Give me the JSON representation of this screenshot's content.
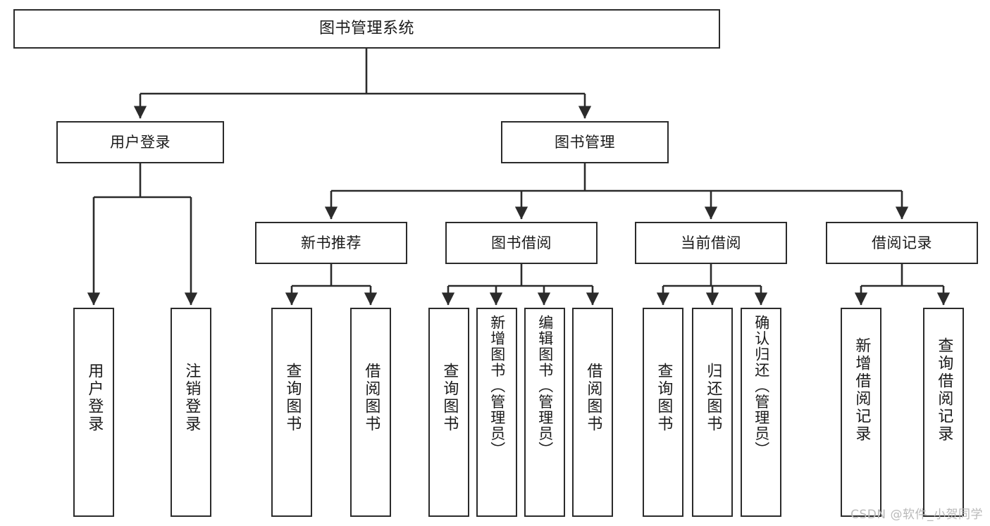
{
  "diagram": {
    "title": "图书管理系统",
    "type": "hierarchy-tree",
    "watermark": "CSDN @软件_小贺同学",
    "colors": {
      "stroke": "#2b2b2b",
      "fill": "#ffffff",
      "text": "#1a1a1a",
      "watermark": "#b9b9b9"
    },
    "nodes": {
      "root": {
        "label": "图书管理系统"
      },
      "level2": [
        {
          "id": "user-login",
          "label": "用户登录"
        },
        {
          "id": "book-manage",
          "label": "图书管理"
        }
      ],
      "level3": [
        {
          "id": "new-book-recommend",
          "label": "新书推荐"
        },
        {
          "id": "book-borrow",
          "label": "图书借阅"
        },
        {
          "id": "current-borrow",
          "label": "当前借阅"
        },
        {
          "id": "borrow-record",
          "label": "借阅记录"
        }
      ],
      "leaves": {
        "user-login": [
          {
            "id": "leaf-user-login",
            "label": "用户登录"
          },
          {
            "id": "leaf-user-logout",
            "label": "注销登录"
          }
        ],
        "new-book-recommend": [
          {
            "id": "leaf-query-book-1",
            "label": "查询图书"
          },
          {
            "id": "leaf-borrow-book-1",
            "label": "借阅图书"
          }
        ],
        "book-borrow": [
          {
            "id": "leaf-query-book-2",
            "label": "查询图书"
          },
          {
            "id": "leaf-add-book",
            "label": "新增图书（管理员）"
          },
          {
            "id": "leaf-edit-book",
            "label": "编辑图书（管理员）"
          },
          {
            "id": "leaf-borrow-book-2",
            "label": "借阅图书"
          }
        ],
        "current-borrow": [
          {
            "id": "leaf-query-book-3",
            "label": "查询图书"
          },
          {
            "id": "leaf-return-book",
            "label": "归还图书"
          },
          {
            "id": "leaf-confirm-return",
            "label": "确认归还（管理员）"
          }
        ],
        "borrow-record": [
          {
            "id": "leaf-add-record",
            "label": "新增借阅记录"
          },
          {
            "id": "leaf-query-record",
            "label": "查询借阅记录"
          }
        ]
      }
    }
  }
}
